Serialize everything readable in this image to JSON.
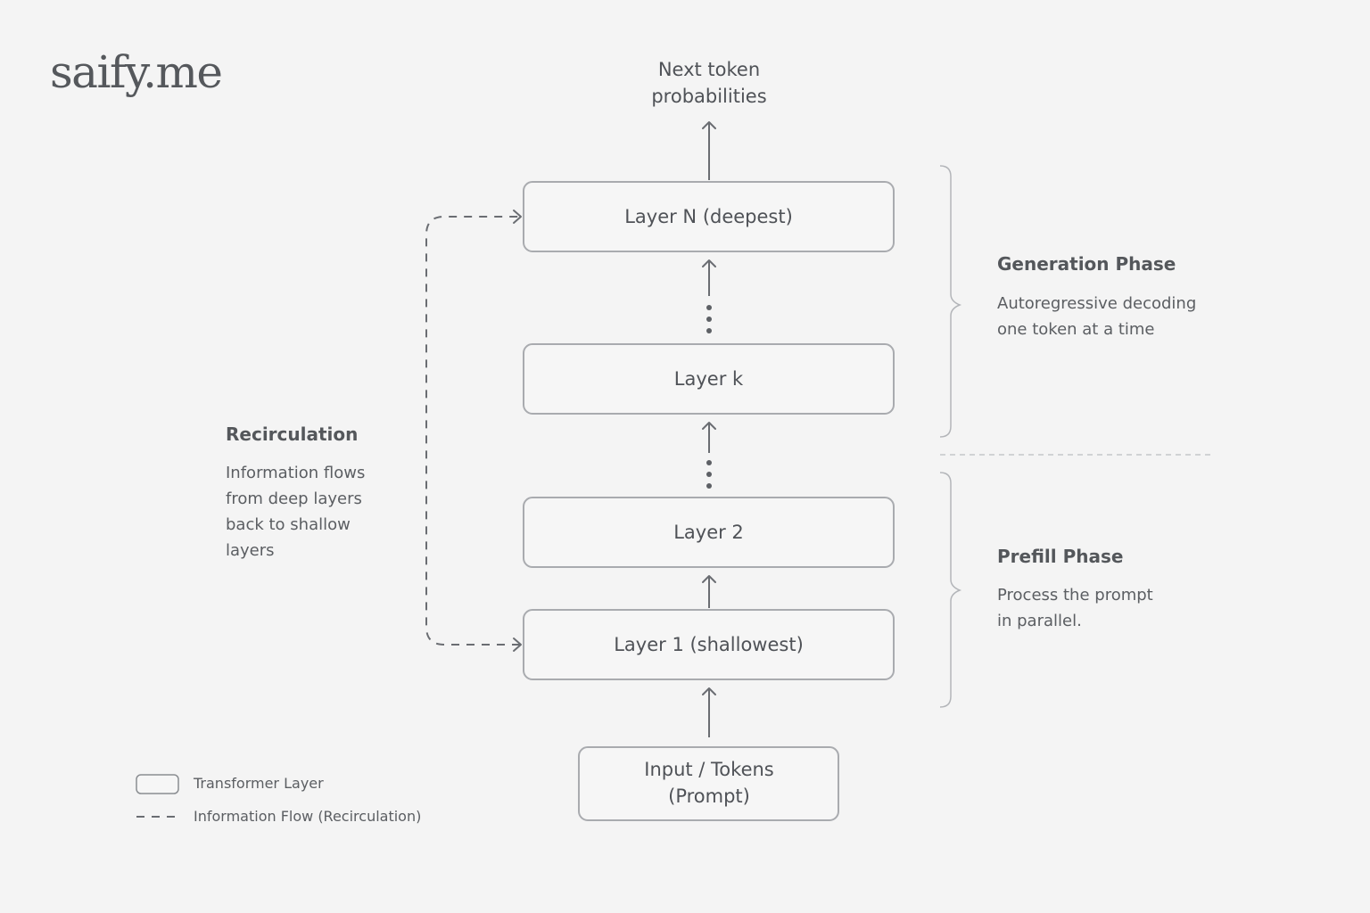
{
  "brand": {
    "logo_text": "saify.me"
  },
  "diagram": {
    "output_label_lines": [
      "Next token",
      "probabilities"
    ],
    "layers": [
      {
        "id": "layer-n",
        "label": "Layer N (deepest)"
      },
      {
        "id": "layer-k",
        "label": "Layer k"
      },
      {
        "id": "layer-2",
        "label": "Layer 2"
      },
      {
        "id": "layer-1",
        "label": "Layer 1 (shallowest)"
      }
    ],
    "input_label_lines": [
      "Input / Tokens",
      "(Prompt)"
    ],
    "recirculation": {
      "title": "Recirculation",
      "description": "Information flows from deep layers back to shallow layers"
    },
    "phases": {
      "generation": {
        "title": "Generation Phase",
        "description_lines": [
          "Autoregressive decoding",
          "one token at a time"
        ]
      },
      "prefill": {
        "title": "Prefill Phase",
        "description_lines": [
          "Process the prompt",
          "in parallel."
        ]
      }
    }
  },
  "legend": {
    "items": [
      {
        "symbol": "rounded-box",
        "label": "Transformer Layer"
      },
      {
        "symbol": "dashed-line",
        "label": "Information Flow (Recirculation)"
      }
    ]
  },
  "colors": {
    "background": "#f4f4f4",
    "stroke": "#6a6d72",
    "box_stroke": "#a9abaf",
    "text": "#4f5257"
  }
}
